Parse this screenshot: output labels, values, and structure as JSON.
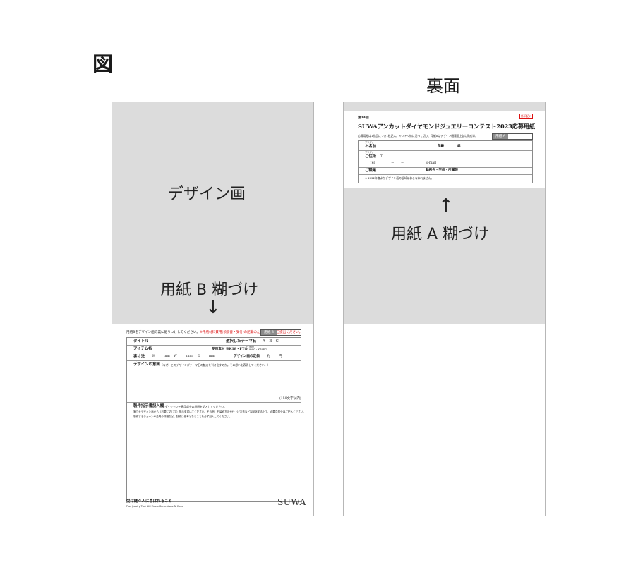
{
  "figure_label": "図",
  "back_title": "裏面",
  "front": {
    "design_area_label": "デザイン画",
    "glue_label": "用紙 B 糊づけ",
    "arrow": "↓",
    "form": {
      "instruction": "用紙Bをデザイン画の裏に貼りつけしてください。",
      "instruction_red": "※用紙材料費用(領収書・受付)の記載のため検討の上ご提出ください。",
      "tag": "用紙 B",
      "row1": {
        "title": "タイトル",
        "theme": "選択したテーマ石",
        "options": "A　B　C"
      },
      "row2": {
        "item": "アイテム名",
        "material": "使用素材 ※K18・PT金",
        "material_note1": "PT950",
        "material_note2": "K18WG・K18PG"
      },
      "row3": {
        "size": "実寸法",
        "h": "H",
        "w": "W",
        "d": "D",
        "unit": "mm",
        "price_label": "デザイン画の定価",
        "price_approx": "約",
        "yen": "円"
      },
      "concept_label": "デザインの意図",
      "concept_text": "（なぜ、このデザインがテーマ石の魅力を引き出すのか。その想いを表現してください。）",
      "char_limit": "(150文字以内)",
      "notes_label": "製作指示書記入欄",
      "notes_text": "※ダイヤモンド専用部分の説明を記入してください。",
      "notes_line2": "実寸大デザイン画から（必要に応じて）指示を書いてください。その他、石留め方法や仕上げ方法など製品化する上で、必要な部分はご記入ください。",
      "notes_line3": "制作するチェーンや金具の詳細など、製作に参考となることを必ず記入してください。",
      "footer_tagline": "受け継ぐ人に喜ばれること",
      "footer_sub": "Pass Jewelry That Will Please Generations To Come",
      "brand": "SUWA"
    }
  },
  "back": {
    "glue_label": "用紙 A 糊づけ",
    "arrow": "↑",
    "form": {
      "stamp": "係印記入",
      "round": "第14回",
      "contest_title": "SUWAアンカットダイヤモンドジュエリーコンテスト2023応募用紙",
      "instruction": "応募用紙は1作品につき1枚記入。キリトリ線に沿って切り、用紙Aはデザイン画裏面上部に貼付け。",
      "tag": "用紙 A",
      "furigana": "フリガナ",
      "name_label": "お名前",
      "age_label": "年齢",
      "age_unit": "歳",
      "address_label": "ご住所",
      "postal_mark": "〒",
      "tel_label": "Tel",
      "tel_dash": "－　　－",
      "email_label": "E-mail",
      "occupation_label": "ご職業",
      "workplace_label": "勤務先・学校・所属等",
      "note": "※ 2022年度よりデザイン画の返却はおこなわれません。"
    }
  }
}
